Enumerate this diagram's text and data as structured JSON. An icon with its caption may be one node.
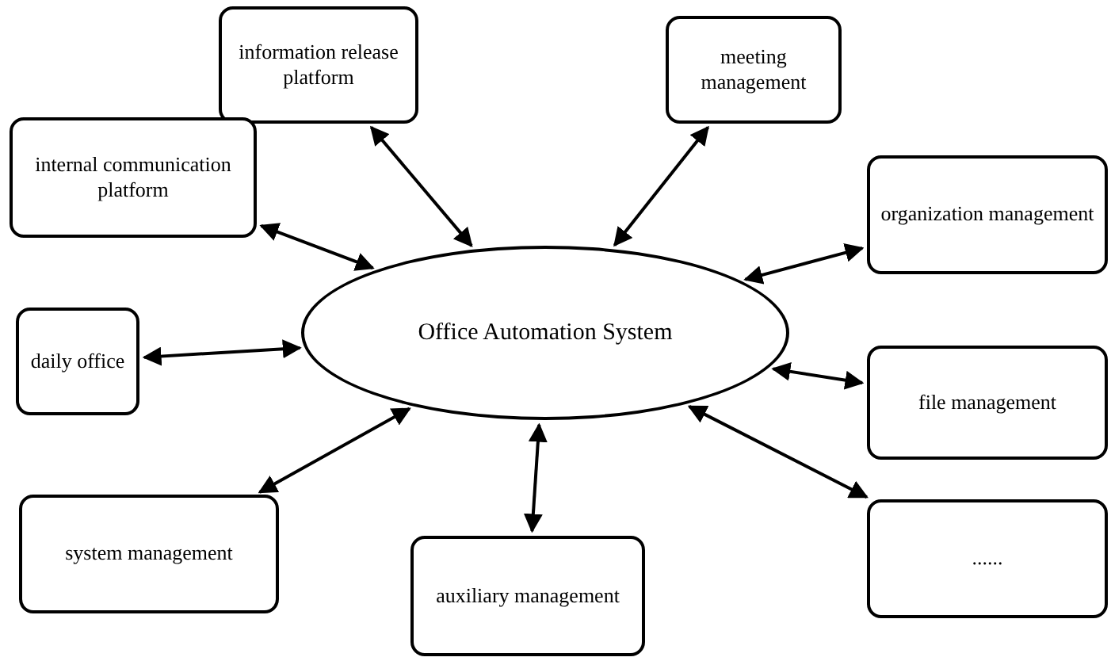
{
  "diagram": {
    "nodes": [
      {
        "text": [
          "information release platform"
        ]
      },
      {
        "text": [
          "meeting management"
        ]
      },
      {
        "text": [
          "internal communication platform"
        ]
      },
      {
        "text": [
          "organization management"
        ]
      },
      {
        "text": [
          "Office Automation System"
        ]
      },
      {
        "text": [
          "daily office"
        ]
      },
      {
        "text": [
          "file management"
        ]
      },
      {
        "text": [
          "system management"
        ]
      },
      {
        "text": [
          "auxiliary management"
        ]
      },
      {
        "text": [
          "......"
        ]
      }
    ],
    "edges": [
      {
        "from": 0,
        "to": 4,
        "arrow": "both"
      },
      {
        "from": 1,
        "to": 4,
        "arrow": "both"
      },
      {
        "from": 2,
        "to": 4,
        "arrow": "both"
      },
      {
        "from": 3,
        "to": 4,
        "arrow": "both"
      },
      {
        "from": 5,
        "to": 4,
        "arrow": "both"
      },
      {
        "from": 6,
        "to": 4,
        "arrow": "both"
      },
      {
        "from": 7,
        "to": 4,
        "arrow": "both"
      },
      {
        "from": 8,
        "to": 4,
        "arrow": "both"
      },
      {
        "from": 9,
        "to": 4,
        "arrow": "both"
      }
    ]
  }
}
